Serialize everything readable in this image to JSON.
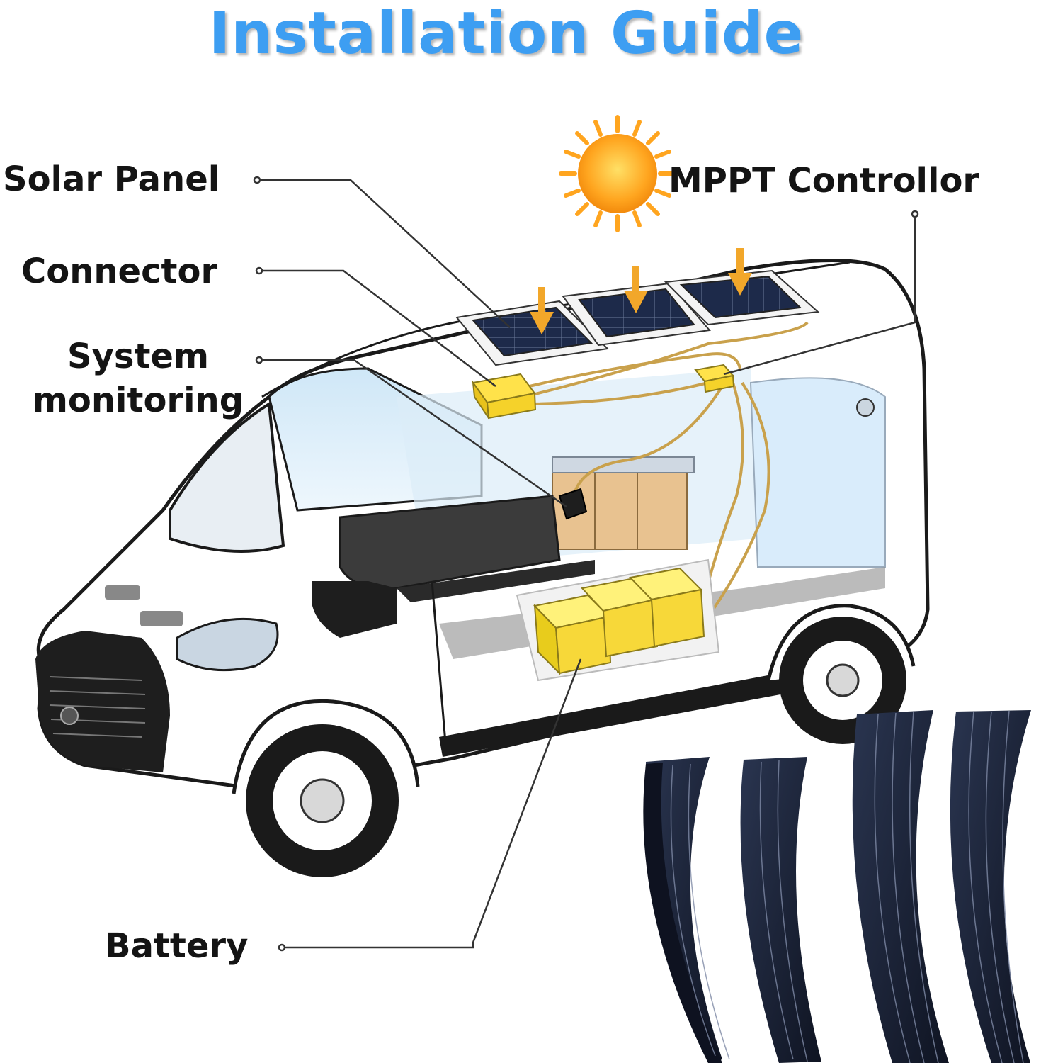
{
  "title": "Installation Guide",
  "labels": {
    "solar_panel": "Solar Panel",
    "connector": "Connector",
    "system_line1": "System",
    "system_line2": "monitoring",
    "mppt_controller": "MPPT Controllor",
    "battery": "Battery"
  },
  "colors": {
    "title": "#3d9ef2",
    "label_text": "#141414",
    "battery": "#f7d839",
    "arrow": "#f2a72a",
    "sun": "#ffa51f",
    "panel": "#1b2233",
    "cable": "#c9a14c"
  },
  "icons": [
    "sun-icon",
    "down-arrow-icon",
    "battery-icon",
    "solar-panel-icon",
    "connector-box-icon",
    "controller-box-icon",
    "monitor-icon",
    "van-illustration"
  ]
}
